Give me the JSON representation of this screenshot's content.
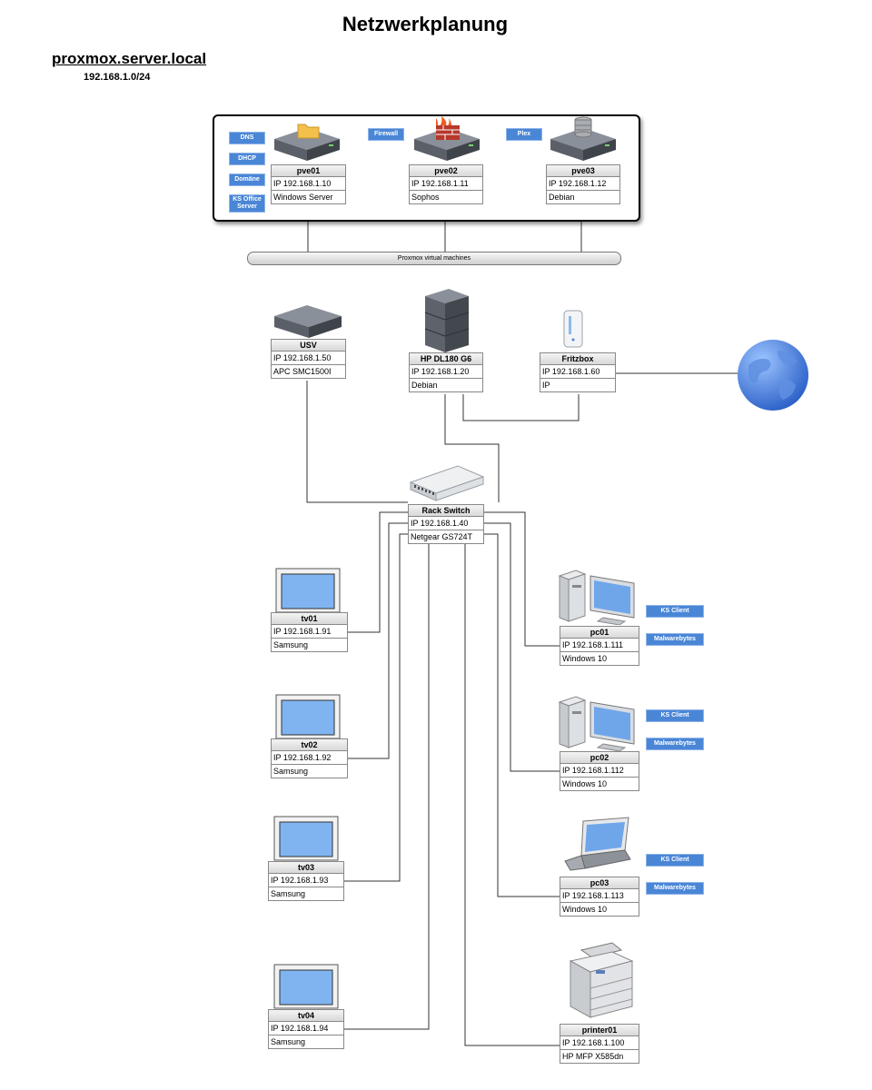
{
  "title": "Netzwerkplanung",
  "host": "proxmox.server.local",
  "subnet": "192.168.1.0/24",
  "bus_label": "Proxmox virtual machines",
  "tags": {
    "dns": "DNS",
    "dhcp": "DHCP",
    "domain": "Domäne",
    "ks_office": "KS Office Server",
    "firewall": "Firewall",
    "plex": "Plex",
    "ks_client": "KS Client",
    "malwarebytes": "Malwarebytes"
  },
  "devices": {
    "pve01": {
      "name": "pve01",
      "ip": "IP 192.168.1.10",
      "os": "Windows Server"
    },
    "pve02": {
      "name": "pve02",
      "ip": "IP 192.168.1.11",
      "os": "Sophos"
    },
    "pve03": {
      "name": "pve03",
      "ip": "IP 192.168.1.12",
      "os": "Debian"
    },
    "usv": {
      "name": "USV",
      "ip": "IP 192.168.1.50",
      "os": "APC SMC1500I"
    },
    "hp": {
      "name": "HP DL180 G6",
      "ip": "IP 192.168.1.20",
      "os": "Debian"
    },
    "fritzbox": {
      "name": "Fritzbox",
      "ip": "IP 192.168.1.60",
      "os": "IP"
    },
    "switch": {
      "name": "Rack Switch",
      "ip": "IP 192.168.1.40",
      "os": "Netgear GS724T"
    },
    "tv01": {
      "name": "tv01",
      "ip": "IP 192.168.1.91",
      "os": "Samsung"
    },
    "tv02": {
      "name": "tv02",
      "ip": "IP 192.168.1.92",
      "os": "Samsung"
    },
    "tv03": {
      "name": "tv03",
      "ip": "IP 192.168.1.93",
      "os": "Samsung"
    },
    "tv04": {
      "name": "tv04",
      "ip": "IP 192.168.1.94",
      "os": "Samsung"
    },
    "pc01": {
      "name": "pc01",
      "ip": "IP 192.168.1.111",
      "os": "Windows 10"
    },
    "pc02": {
      "name": "pc02",
      "ip": "IP 192.168.1.112",
      "os": "Windows 10"
    },
    "pc03": {
      "name": "pc03",
      "ip": "IP 192.168.1.113",
      "os": "Windows 10"
    },
    "printer01": {
      "name": "printer01",
      "ip": "IP 192.168.1.100",
      "os": "HP MFP X585dn"
    }
  }
}
